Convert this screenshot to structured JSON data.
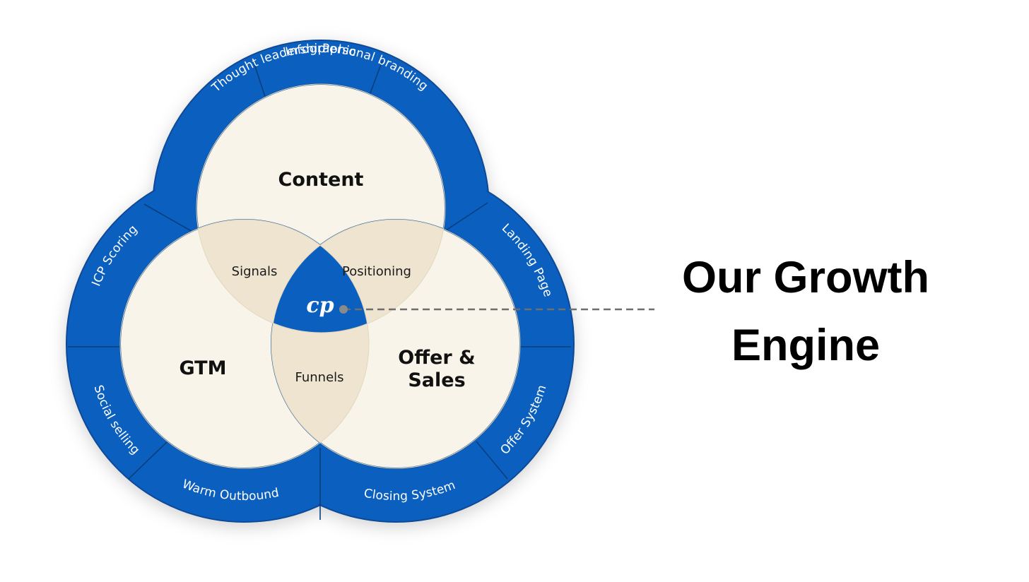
{
  "headline": {
    "line1": "Our Growth",
    "line2": "Engine"
  },
  "center_logo": {
    "text": "cp",
    "icon": "cp-logo-icon"
  },
  "circles": {
    "top": {
      "title": "Content"
    },
    "left": {
      "title": "GTM"
    },
    "right": {
      "title_line1": "Offer &",
      "title_line2": "Sales"
    }
  },
  "overlaps": {
    "top_left": "Signals",
    "top_right": "Positioning",
    "bottom": "Funnels"
  },
  "ring_segments": {
    "thought_leadership": "Thought leadership",
    "infographic": "Infographic",
    "personal_branding": "Personal branding",
    "landing_page": "Landing Page",
    "offer_system": "Offer System",
    "closing_system": "Closing System",
    "warm_outbound": "Warm Outbound",
    "social_selling": "Social selling",
    "icp_scoring": "ICP Scoring"
  },
  "colors": {
    "ring_blue": "#0b5fbf",
    "cream": "#f8f4e9",
    "overlap": "#eee4cf",
    "connector": "#6e6e6e"
  }
}
